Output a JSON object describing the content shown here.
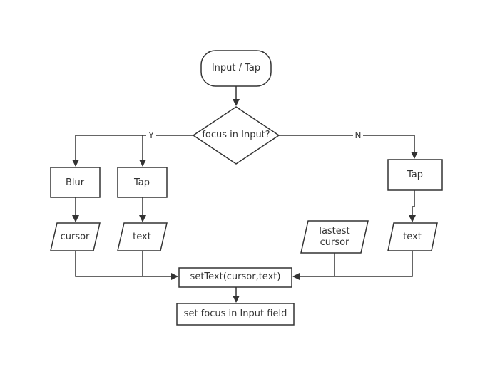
{
  "diagram": {
    "type": "flowchart",
    "nodes": {
      "start": "Input / Tap",
      "decision": "focus in Input?",
      "blur": "Blur",
      "tap_left": "Tap",
      "tap_right": "Tap",
      "cursor": "cursor",
      "text_left": "text",
      "lastest_cursor": "lastest\ncursor",
      "text_right": "text",
      "set_text": "setText(cursor,text)",
      "set_focus": "set focus in Input field"
    },
    "edge_labels": {
      "yes": "Y",
      "no": "N"
    },
    "colors": {
      "stroke": "#333333",
      "fill": "#ffffff",
      "text": "#333333"
    }
  }
}
